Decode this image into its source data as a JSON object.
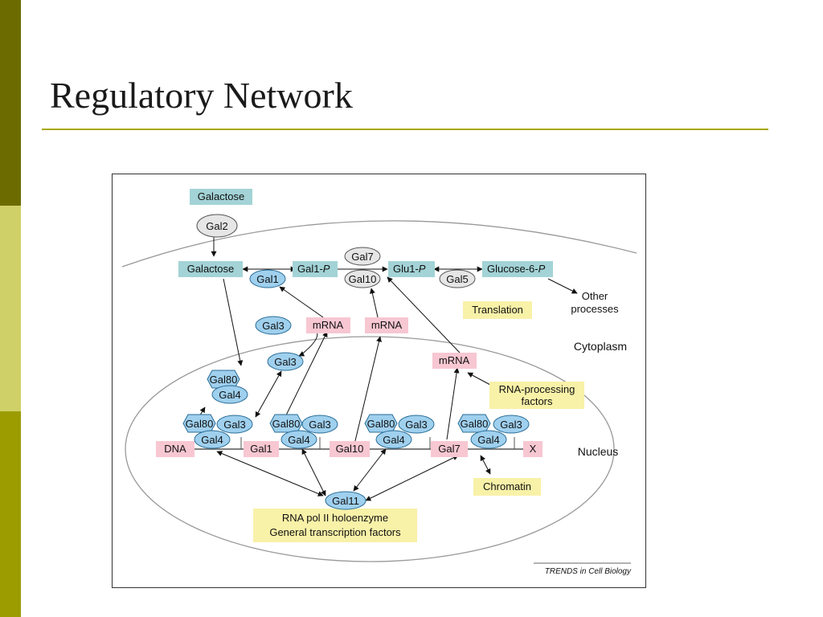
{
  "slide": {
    "title": "Regulatory Network",
    "colors": {
      "bar_dark": "#6b6b00",
      "bar_light": "#cfd068",
      "bar_mid": "#9c9c00",
      "rule": "#a8a800"
    }
  },
  "diagram": {
    "colors": {
      "metabolite": "#a3d3d6",
      "protein": "#9fd0ee",
      "protein_stroke": "#2a6d96",
      "rna_dna": "#f7c7d2",
      "factor": "#f8f1a8",
      "grey_protein": "#e6e6e6"
    },
    "metabolites": {
      "galactose_out": "Galactose",
      "galactose_in": "Galactose",
      "gal1p": "Gal1-",
      "glu1p": "Glu1-",
      "glucose6p": "Glucose-6-",
      "p_italic": "P"
    },
    "enzymes": {
      "gal2": "Gal2",
      "gal7": "Gal7",
      "gal10": "Gal10",
      "gal5": "Gal5",
      "gal1": "Gal1"
    },
    "cytoplasm_proteins": {
      "gal3_a": "Gal3",
      "gal3_b": "Gal3",
      "gal80": "Gal80",
      "gal4": "Gal4"
    },
    "mrna": {
      "m1": "mRNA",
      "m2": "mRNA",
      "m3": "mRNA"
    },
    "labels": {
      "other_processes_1": "Other",
      "other_processes_2": "processes",
      "translation": "Translation",
      "cytoplasm": "Cytoplasm",
      "nucleus": "Nucleus",
      "rna_processing_1": "RNA-processing",
      "rna_processing_2": "factors",
      "chromatin": "Chromatin",
      "holoenzyme_1": "RNA pol II holoenzyme",
      "holoenzyme_2": "General transcription factors",
      "gal11": "Gal11",
      "source": "TRENDS in Cell Biology"
    },
    "genes": {
      "dna": "DNA",
      "gal1": "Gal1",
      "gal10": "Gal10",
      "gal7": "Gal7",
      "x": "X"
    },
    "promoter_complexes": [
      {
        "gal80": "Gal80",
        "gal3": "Gal3",
        "gal4": "Gal4"
      },
      {
        "gal80": "Gal80",
        "gal3": "Gal3",
        "gal4": "Gal4"
      },
      {
        "gal80": "Gal80",
        "gal3": "Gal3",
        "gal4": "Gal4"
      },
      {
        "gal80": "Gal80",
        "gal3": "Gal3",
        "gal4": "Gal4"
      }
    ]
  }
}
